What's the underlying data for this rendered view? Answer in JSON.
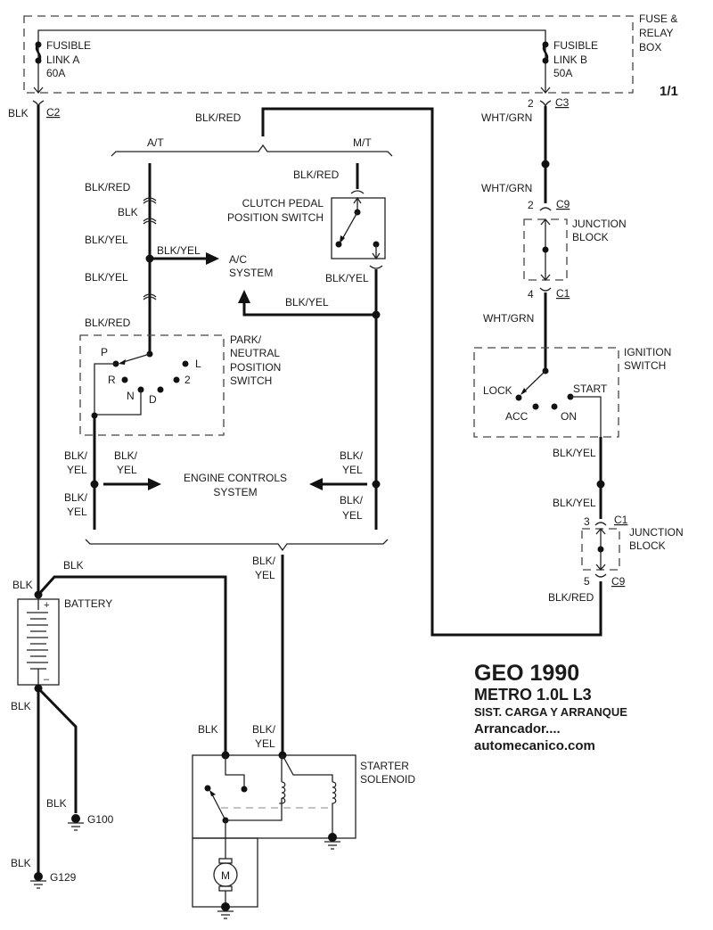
{
  "page_indicator": "1/1",
  "fuse_relay_box": {
    "label_lines": [
      "FUSE &",
      "RELAY",
      "BOX"
    ],
    "fusible_link_a": [
      "FUSIBLE",
      "LINK A",
      "60A"
    ],
    "fusible_link_b": [
      "FUSIBLE",
      "LINK B",
      "50A"
    ]
  },
  "connectors": {
    "c2": "C2",
    "c3": "C3",
    "c3_pin": "2",
    "jb1_top": "C9",
    "jb1_top_pin": "2",
    "jb1_bottom": "C1",
    "jb1_bottom_pin": "4",
    "jb2_top": "C1",
    "jb2_top_pin": "3",
    "jb2_bottom": "C9",
    "jb2_bottom_pin": "5"
  },
  "wires": {
    "blk": "BLK",
    "blk_red": "BLK/RED",
    "blk_yel": "BLK/YEL",
    "wht_grn": "WHT/GRN",
    "blk_split": "BLK/",
    "yel_split": "YEL"
  },
  "branches": {
    "at": "A/T",
    "mt": "M/T"
  },
  "components": {
    "clutch_switch": [
      "CLUTCH PEDAL",
      "POSITION SWITCH"
    ],
    "ac_system": [
      "A/C",
      "SYSTEM"
    ],
    "park_neutral": [
      "PARK/",
      "NEUTRAL",
      "POSITION",
      "SWITCH"
    ],
    "pn_positions": {
      "p": "P",
      "r": "R",
      "n": "N",
      "d": "D",
      "two": "2",
      "l": "L"
    },
    "engine_controls": [
      "ENGINE CONTROLS",
      "SYSTEM"
    ],
    "junction_block": [
      "JUNCTION",
      "BLOCK"
    ],
    "ignition_switch": [
      "IGNITION",
      "SWITCH"
    ],
    "ign_positions": {
      "lock": "LOCK",
      "acc": "ACC",
      "on": "ON",
      "start": "START"
    },
    "battery": "BATTERY",
    "battery_plus": "+",
    "battery_minus": "–",
    "starter_solenoid": [
      "STARTER",
      "SOLENOID"
    ],
    "motor": "M",
    "ground_g100": "G100",
    "ground_g129": "G129"
  },
  "title_block": {
    "line1": "GEO 1990",
    "line2": "METRO  1.0L  L3",
    "line3": "SIST. CARGA Y ARRANQUE",
    "line4": "Arrancador....",
    "line5": "automecanico.com"
  }
}
